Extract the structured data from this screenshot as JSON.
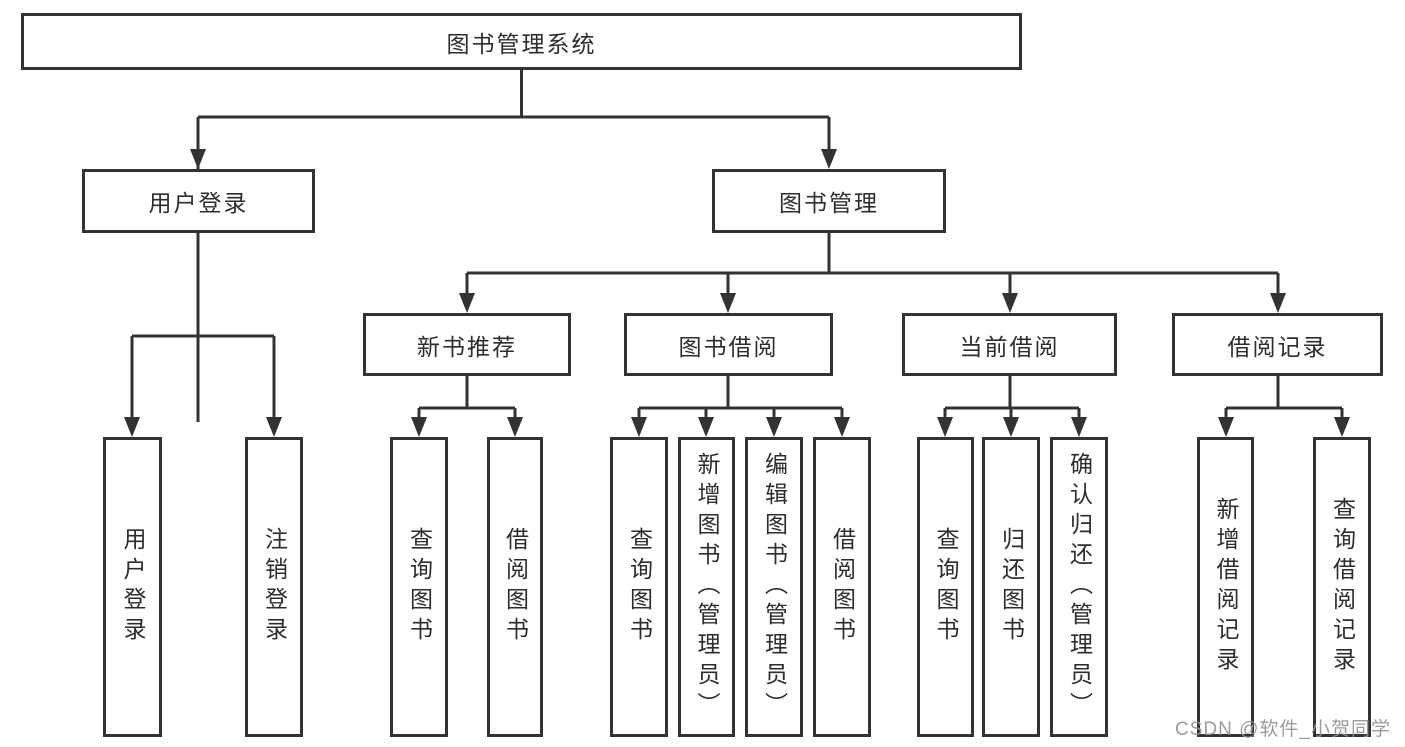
{
  "diagram": {
    "root": {
      "label": "图书管理系统"
    },
    "level2": {
      "user_login": {
        "label": "用户登录"
      },
      "book_mgmt": {
        "label": "图书管理"
      }
    },
    "level3": {
      "new_book_rec": {
        "label": "新书推荐"
      },
      "book_borrow": {
        "label": "图书借阅"
      },
      "current_borrow": {
        "label": "当前借阅"
      },
      "borrow_records": {
        "label": "借阅记录"
      }
    },
    "leaves": {
      "user_login": {
        "label": "用户登录"
      },
      "logout": {
        "label": "注销登录"
      },
      "rec_query_book": {
        "label": "查询图书"
      },
      "rec_borrow_book": {
        "label": "借阅图书"
      },
      "bor_query_book": {
        "label": "查询图书"
      },
      "bor_add_book": {
        "label": "新增图书（管理员）"
      },
      "bor_edit_book": {
        "label": "编辑图书（管理员）"
      },
      "bor_borrow_book": {
        "label": "借阅图书"
      },
      "cur_query_book": {
        "label": "查询图书"
      },
      "cur_return_book": {
        "label": "归还图书"
      },
      "cur_confirm_return": {
        "label": "确认归还（管理员）"
      },
      "his_add_record": {
        "label": "新增借阅记录"
      },
      "his_query_record": {
        "label": "查询借阅记录"
      }
    },
    "watermark": "CSDN @软件_小贺同学",
    "colors": {
      "line": "#333333",
      "border": "#333333",
      "text": "#2d2d2d",
      "watermark": "#949494",
      "background": "#ffffff"
    }
  }
}
